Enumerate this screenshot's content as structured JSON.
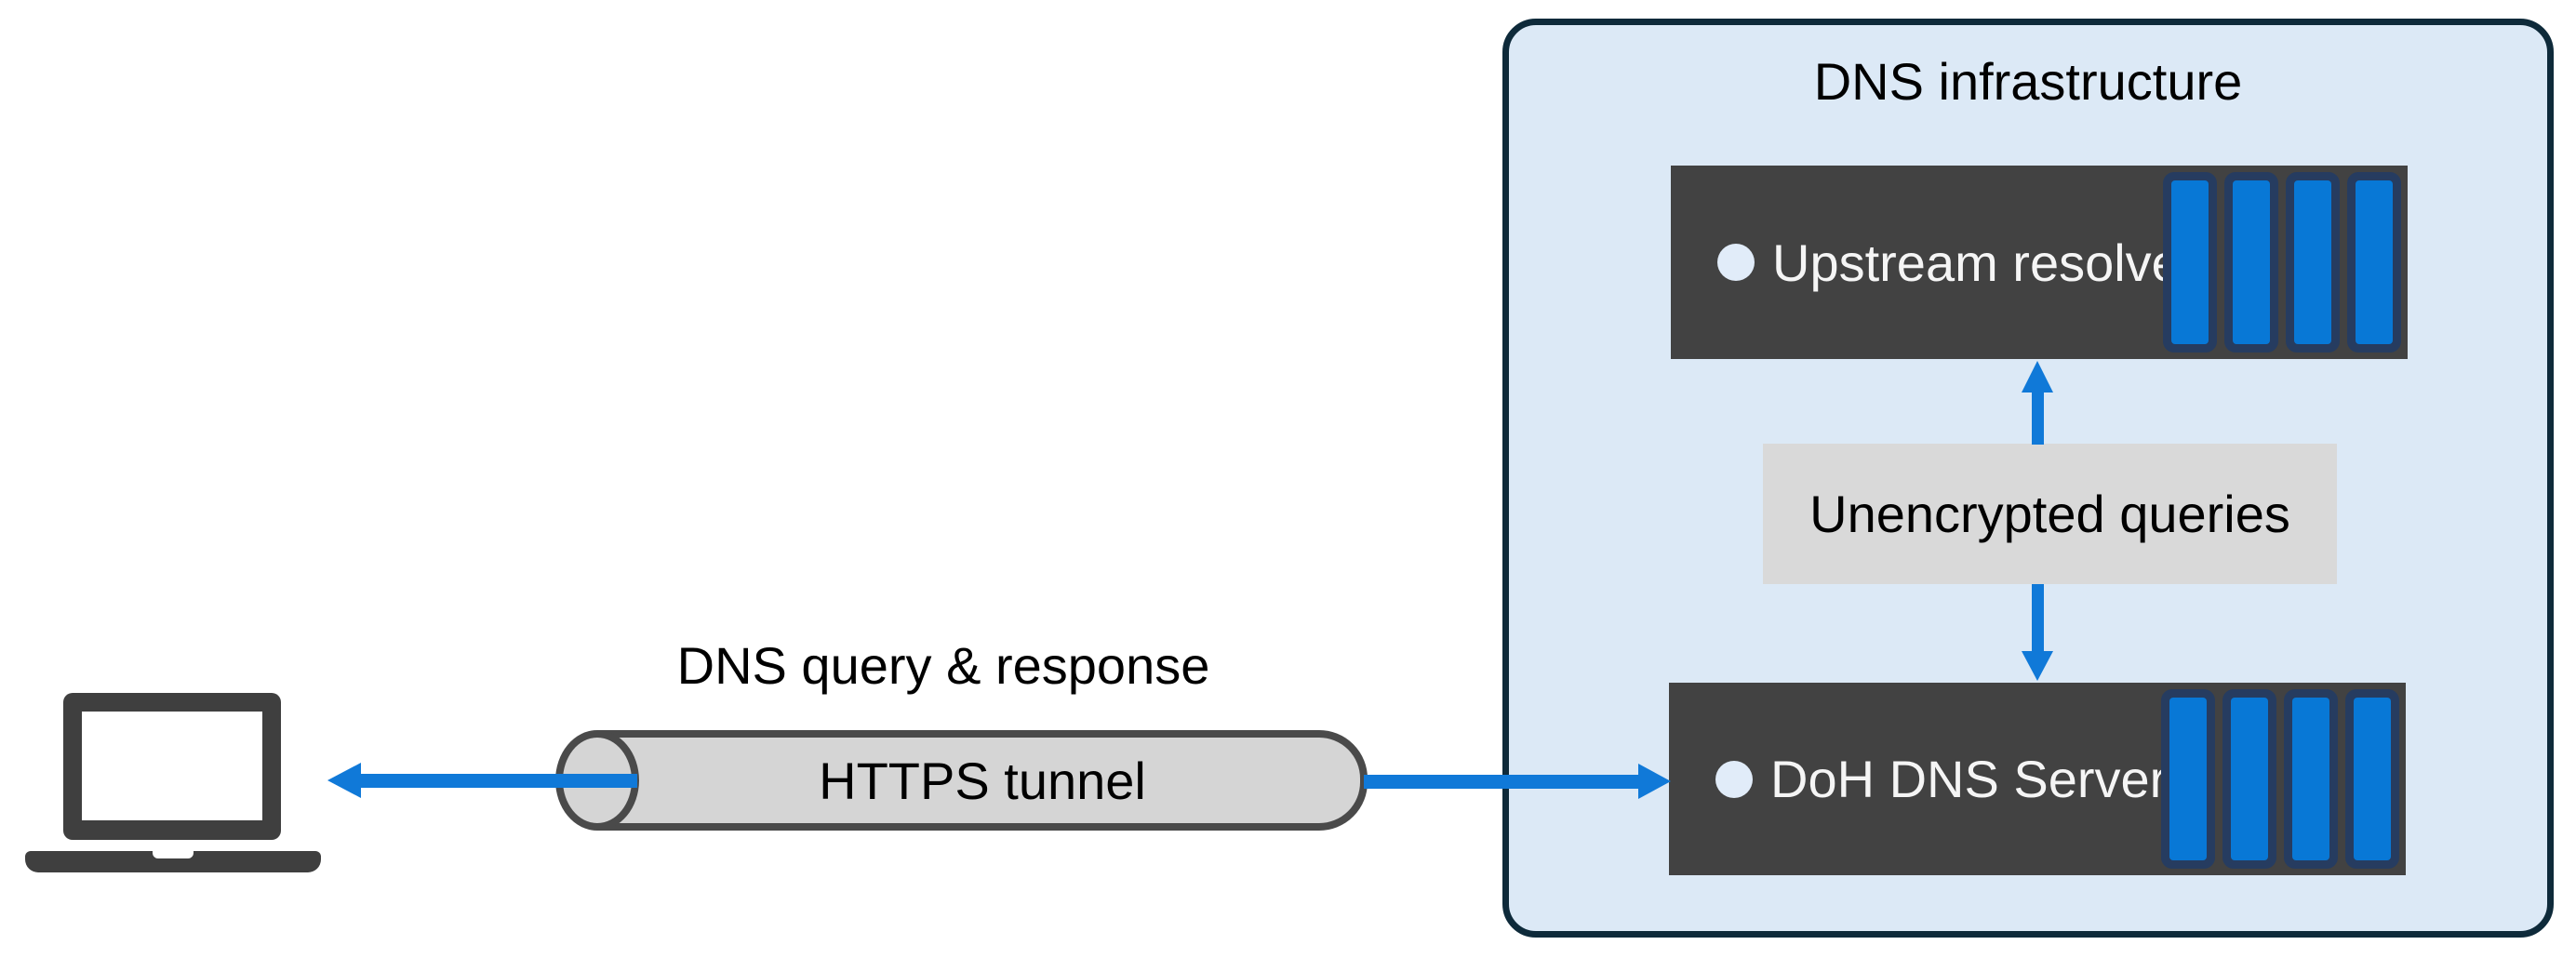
{
  "page": {
    "background": "#ffffff"
  },
  "colors": {
    "accent_blue": "#1079d8",
    "bar_blue": "#0878d6",
    "bar_outline_navy": "#263c60",
    "panel_fill": "#dce9f6",
    "panel_border": "#0e2a3a",
    "server_gray": "#424242",
    "laptop_gray": "#3f3f3f",
    "label_box_gray": "#d9d9d9",
    "tunnel_fill": "#d5d5d5",
    "tunnel_border": "#4a4a4a",
    "led_circle": "#e1ecf9",
    "text_black": "#000000",
    "text_white": "#f5f5f5"
  },
  "icons": {
    "client": "laptop-icon",
    "tunnel": "cylinder-tunnel-icon",
    "server_led": "led-circle-icon",
    "server_disk_bays": "disk-bay-bars-icon"
  },
  "flow": {
    "label": "DNS query & response"
  },
  "tunnel": {
    "label": "HTTPS tunnel"
  },
  "infrastructure": {
    "title": "DNS infrastructure",
    "upstream_server": {
      "label": "Upstream resolver"
    },
    "doh_server": {
      "label": "DoH DNS Server"
    },
    "link_label": "Unencrypted queries"
  }
}
